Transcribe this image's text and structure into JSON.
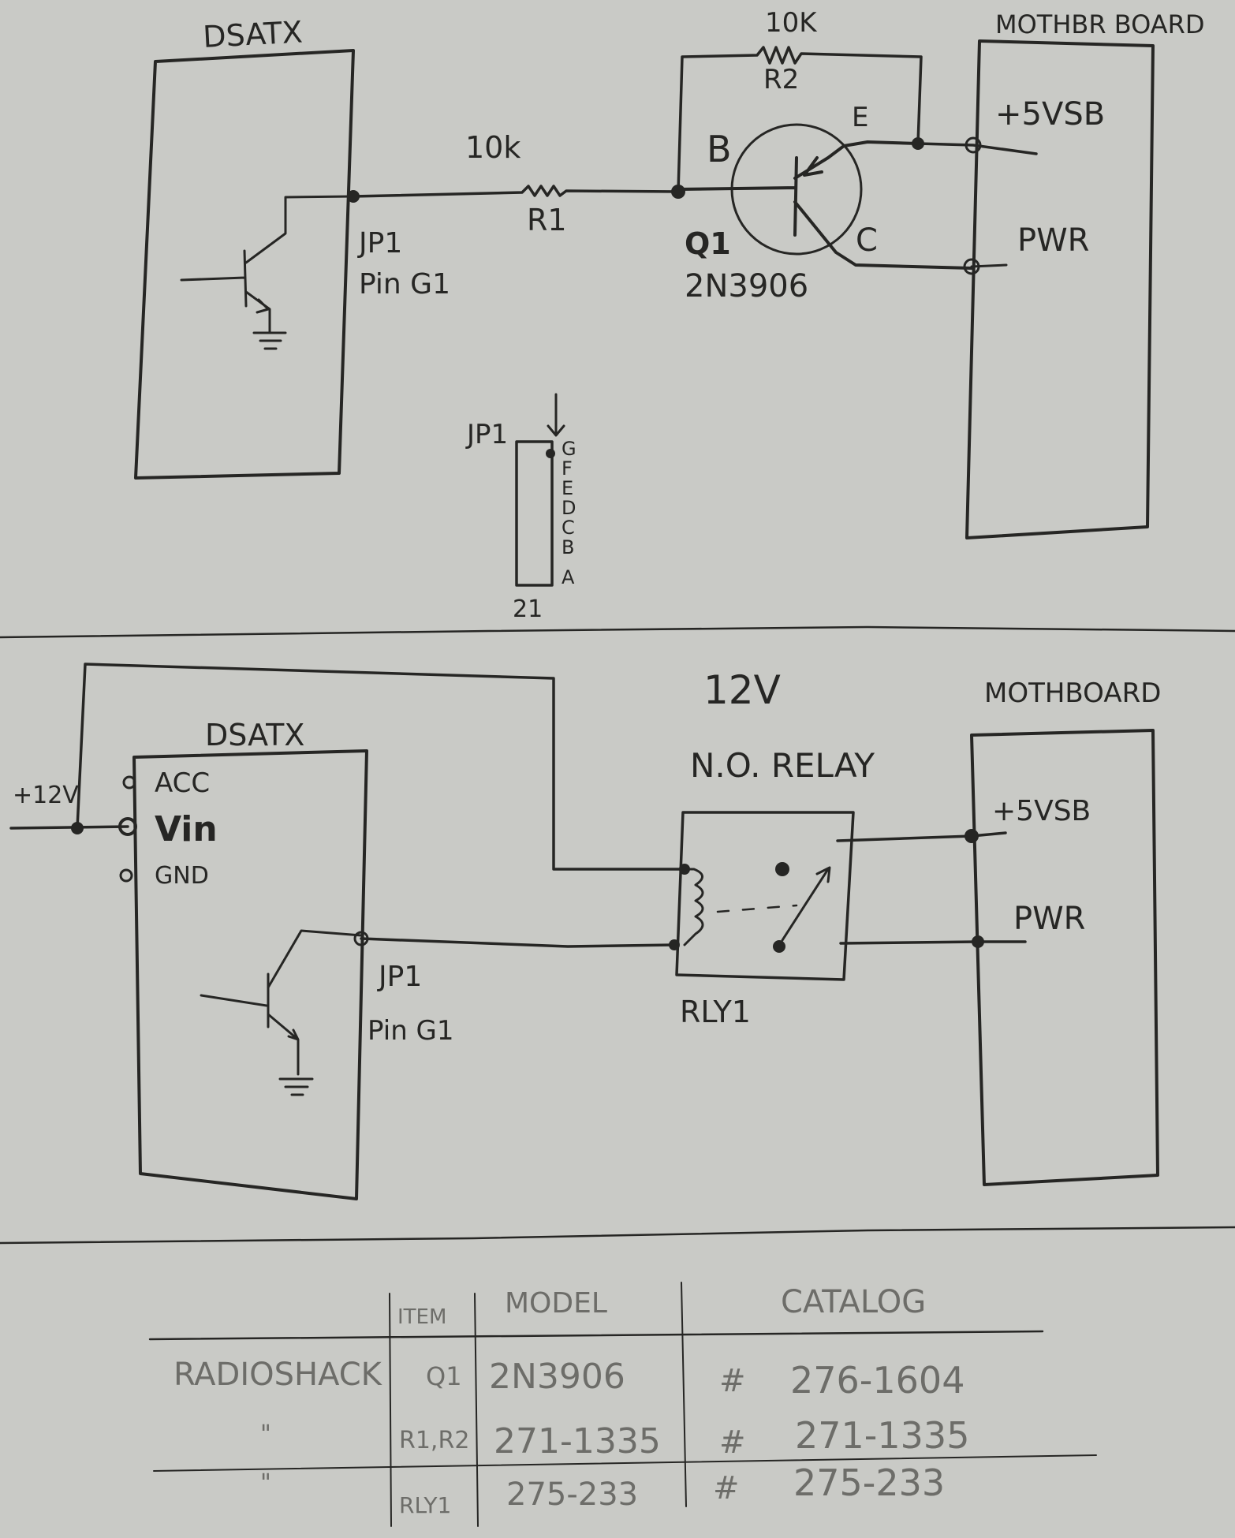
{
  "top": {
    "dsatx_label": "DSATX",
    "mb_label": "MOTHBR BOARD",
    "r1_value": "10k",
    "r1_name": "R1",
    "r2_value": "10K",
    "r2_name": "R2",
    "base": "B",
    "emitter": "E",
    "collector": "C",
    "q1_name": "Q1",
    "q1_part": "2N3906",
    "jp1": "JP1",
    "pin": "Pin G1",
    "vsb": "+5VSB",
    "pwr": "PWR"
  },
  "header": {
    "jp1": "JP1",
    "rows": [
      "G",
      "F",
      "E",
      "D",
      "C",
      "B",
      "A"
    ],
    "cols": "21"
  },
  "bottom": {
    "v12": "12V",
    "relay_title": "N.O. RELAY",
    "dsatx_label": "DSATX",
    "mb_label": "MOTHBOARD",
    "in12": "+12V",
    "acc": "ACC",
    "vin": "Vin",
    "gnd": "GND",
    "jp1": "JP1",
    "pin": "Pin G1",
    "rly": "RLY1",
    "vsb": "+5VSB",
    "pwr": "PWR"
  },
  "table": {
    "headers": [
      "ITEM",
      "MODEL",
      "CATALOG"
    ],
    "rows": [
      {
        "vendor": "RADIOSHACK",
        "item": "Q1",
        "model": "2N3906",
        "hash": "#",
        "catalog": "276-1604"
      },
      {
        "vendor": "\"",
        "item": "R1,R2",
        "model": "271-1335",
        "hash": "#",
        "catalog": "271-1335"
      },
      {
        "vendor": "\"",
        "item": "RLY1",
        "model": "275-233",
        "hash": "#",
        "catalog": "275-233"
      }
    ]
  }
}
